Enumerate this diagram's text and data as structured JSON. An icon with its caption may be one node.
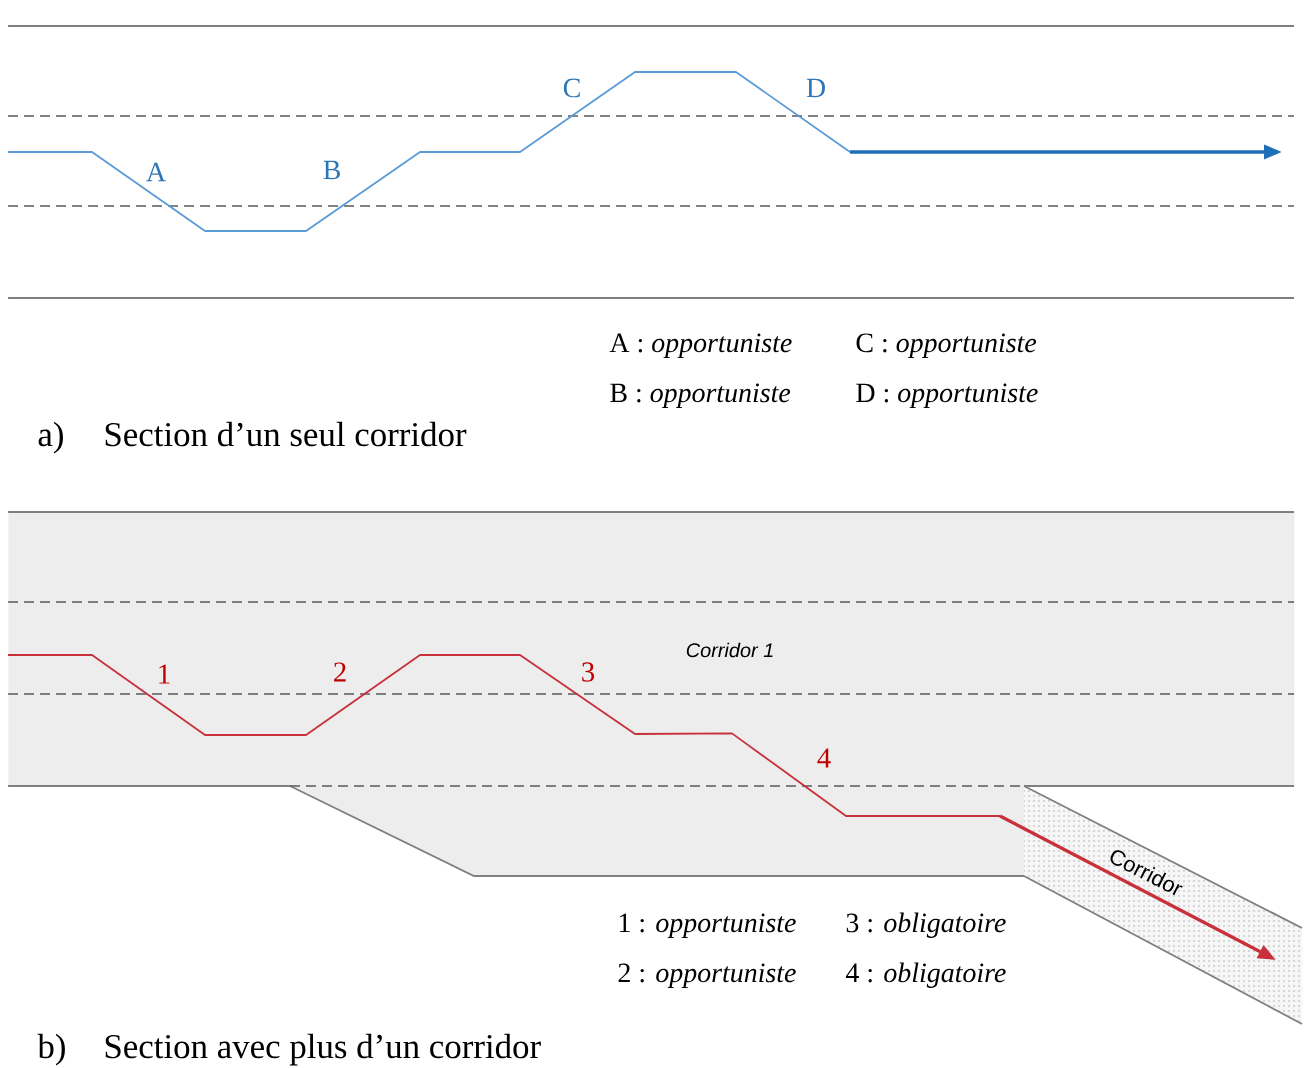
{
  "diagram": {
    "nodes": [
      {
        "text": [
          "Corridor 1"
        ]
      },
      {
        "text": [
          "Corridor"
        ]
      }
    ],
    "edges": [
      {
        "from": 0,
        "to": 1,
        "arrow": "to"
      }
    ],
    "labels": [
      "A",
      "B",
      "C",
      "D",
      "A : *opportuniste*",
      "C : *opportuniste*",
      "B : *opportuniste*",
      "D : *opportuniste*",
      "a)",
      "Section d’un seul corridor",
      "1",
      "2",
      "3",
      "4",
      "1 : *opportuniste*",
      "3 : *obligatoire*",
      "2 : *opportuniste*",
      "4 : *obligatoire*",
      "b)",
      "Section avec plus d’un corridor"
    ]
  }
}
